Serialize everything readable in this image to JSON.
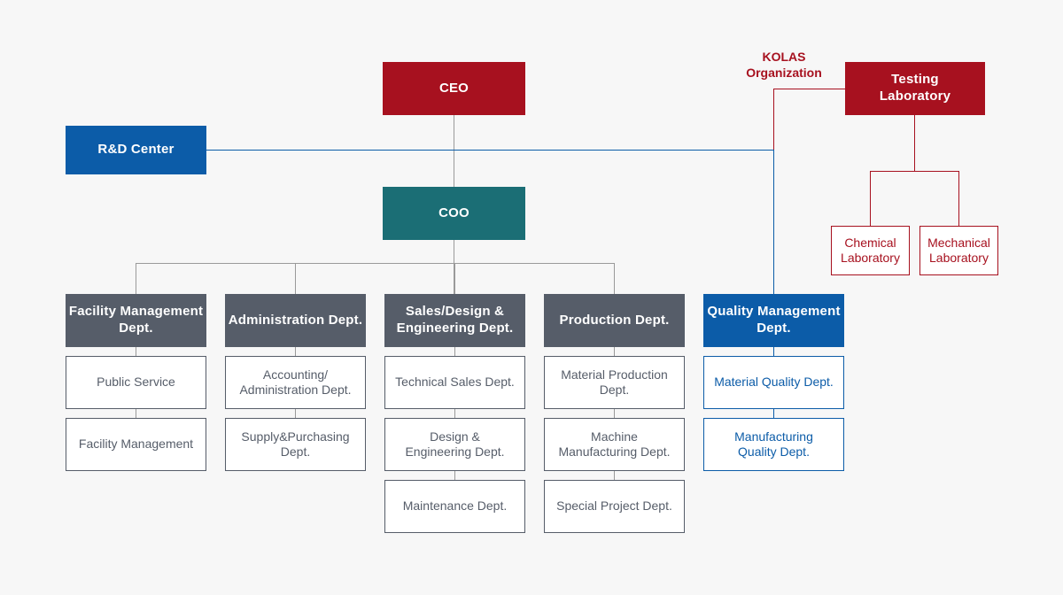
{
  "background_color": "#f7f7f7",
  "palette": {
    "red": "#a7111f",
    "blue": "#0c5ca8",
    "teal": "#1b6e75",
    "slate": "#565d69",
    "gray_line": "#9a9a9a",
    "white": "#ffffff"
  },
  "executive": {
    "ceo": "CEO",
    "coo": "COO",
    "rnd_center": "R&D Center"
  },
  "kolas": {
    "caption": "KOLAS\nOrganization",
    "testing_laboratory": "Testing\nLaboratory",
    "labs": [
      {
        "label": "Chemical\nLaboratory"
      },
      {
        "label": "Mechanical\nLaboratory"
      }
    ]
  },
  "departments": [
    {
      "header": "Facility Management\nDept.",
      "accent": "slate",
      "children": [
        {
          "label": "Public Service"
        },
        {
          "label": "Facility Management"
        }
      ]
    },
    {
      "header": "Administration Dept.",
      "accent": "slate",
      "children": [
        {
          "label": "Accounting/\nAdministration Dept."
        },
        {
          "label": "Supply&Purchasing\nDept."
        }
      ]
    },
    {
      "header": "Sales/Design &\nEngineering Dept.",
      "accent": "slate",
      "children": [
        {
          "label": "Technical Sales Dept."
        },
        {
          "label": "Design &\nEngineering Dept."
        },
        {
          "label": "Maintenance Dept."
        }
      ]
    },
    {
      "header": "Production Dept.",
      "accent": "slate",
      "children": [
        {
          "label": "Material Production\nDept."
        },
        {
          "label": "Machine\nManufacturing Dept."
        },
        {
          "label": "Special Project Dept."
        }
      ]
    },
    {
      "header": "Quality Management\nDept.",
      "accent": "blue",
      "children": [
        {
          "label": "Material Quality Dept."
        },
        {
          "label": "Manufacturing\nQuality Dept."
        }
      ]
    }
  ]
}
